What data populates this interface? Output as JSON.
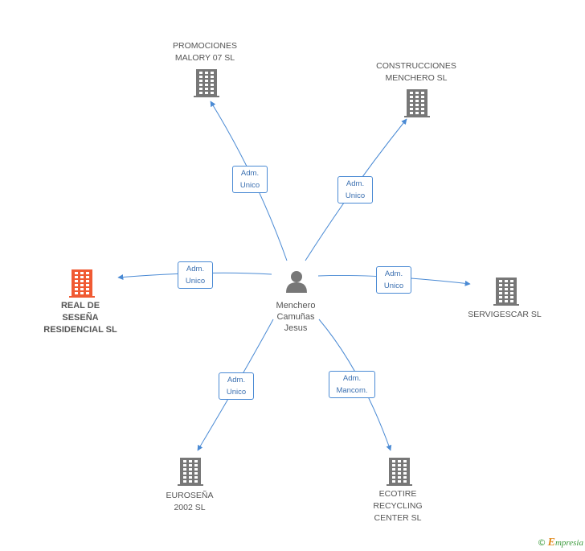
{
  "center": {
    "name_lines": [
      "Menchero",
      "Camuñas",
      "Jesus"
    ],
    "icon": "person-icon"
  },
  "nodes": [
    {
      "id": "promociones",
      "lines": [
        "PROMOCIONES",
        "MALORY 07 SL"
      ],
      "icon": "building-icon",
      "color": "#777777",
      "role": [
        "Adm.",
        "Unico"
      ],
      "focus": false
    },
    {
      "id": "construcciones",
      "lines": [
        "CONSTRUCCIONES",
        "MENCHERO SL"
      ],
      "icon": "building-icon",
      "color": "#777777",
      "role": [
        "Adm.",
        "Unico"
      ],
      "focus": false
    },
    {
      "id": "real-de-sesena",
      "lines": [
        "REAL DE",
        "SESEÑA",
        "RESIDENCIAL SL"
      ],
      "icon": "building-icon",
      "color": "#f05a33",
      "role": [
        "Adm.",
        "Unico"
      ],
      "focus": true
    },
    {
      "id": "servigescar",
      "lines": [
        "SERVIGESCAR SL"
      ],
      "icon": "building-icon",
      "color": "#777777",
      "role": [
        "Adm.",
        "Unico"
      ],
      "focus": false
    },
    {
      "id": "eurosesena",
      "lines": [
        "EUROSEÑA",
        "2002 SL"
      ],
      "icon": "building-icon",
      "color": "#777777",
      "role": [
        "Adm.",
        "Unico"
      ],
      "focus": false
    },
    {
      "id": "ecotire",
      "lines": [
        "ECOTIRE",
        "RECYCLING",
        "CENTER SL"
      ],
      "icon": "building-icon",
      "color": "#777777",
      "role": [
        "Adm.",
        "Mancom."
      ],
      "focus": false
    }
  ],
  "edge_color": "#4a8ad4",
  "watermark": {
    "copyright": "©",
    "brand_initial": "E",
    "brand_rest": "mpresia"
  }
}
